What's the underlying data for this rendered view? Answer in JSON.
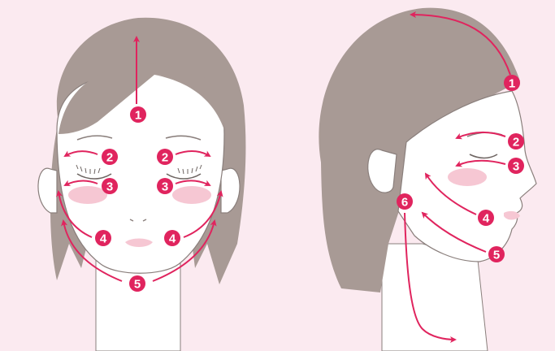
{
  "colors": {
    "background": "#fbeaf0",
    "hair": "#a89a95",
    "skin": "#ffffff",
    "outline": "#8a7f7c",
    "accent": "#e0245e",
    "blush": "#f6c7d3"
  },
  "front_view": {
    "steps": [
      {
        "label": "1",
        "direction": "up"
      },
      {
        "label": "2",
        "direction": "outward"
      },
      {
        "label": "2",
        "direction": "outward"
      },
      {
        "label": "3",
        "direction": "outward"
      },
      {
        "label": "3",
        "direction": "outward"
      },
      {
        "label": "4",
        "direction": "up-outward"
      },
      {
        "label": "4",
        "direction": "up-outward"
      },
      {
        "label": "5",
        "direction": "up-outward"
      }
    ]
  },
  "side_view": {
    "steps": [
      {
        "label": "1",
        "direction": "back"
      },
      {
        "label": "2",
        "direction": "back"
      },
      {
        "label": "3",
        "direction": "back"
      },
      {
        "label": "4",
        "direction": "up-back"
      },
      {
        "label": "5",
        "direction": "up-back"
      },
      {
        "label": "6",
        "direction": "down"
      }
    ]
  }
}
